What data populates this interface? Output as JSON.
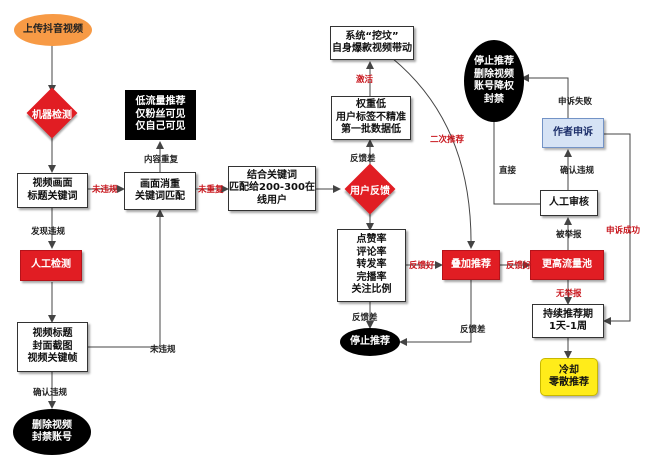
{
  "nodes": {
    "upload": "上传抖音视频",
    "machine_check": "机器检测",
    "video_frame": "视频画面\n标题关键词",
    "manual_check": "人工检测",
    "video_title_frame": "视频标题\n封面截图\n视频关键帧",
    "delete_ban": "删除视频\n封禁账号",
    "dedup": "画面消重\n关键词匹配",
    "low_traffic": "低流量推荐\n仅粉丝可见\n仅自己可见",
    "keyword_match": "结合关键词\n匹配给200-300在\n线用户",
    "user_feedback": "用户反馈",
    "metrics": "点赞率\n评论率\n转发率\n完播率\n关注比例",
    "stop_recommend": "停止推荐",
    "system_dig": "系统“挖坟”\n自身爆款视频带动",
    "weight_low": "权重低\n用户标签不精准\n第一批数据低",
    "boost": "叠加推荐",
    "higher_pool": "更高流量池",
    "continuous": "持续推荐期\n1天-1周",
    "cooldown": "冷却\n零散推荐",
    "manual_review": "人工审核",
    "appeal": "作者申诉",
    "stop_delete": "停止推荐\n删除视频\n账号降权\n封禁"
  },
  "labels": {
    "no_violation_1": "未违规",
    "found_violation": "发现违规",
    "confirm_violation": "确认违规",
    "no_violation_2": "未违规",
    "content_repeat": "内容重复",
    "not_repeat": "未重复",
    "feedback_bad_1": "反馈差",
    "feedback_good_1": "反馈好",
    "feedback_bad_2": "反馈差",
    "feedback_bad_3": "反馈差",
    "activate": "激活",
    "second_recommend": "二次推荐",
    "feedback_good_2": "反馈好",
    "reported": "被举报",
    "not_reported": "无举报",
    "confirm_violation_2": "确认违规",
    "direct": "直接",
    "appeal_fail": "申诉失败",
    "appeal_success": "申诉成功"
  },
  "colors": {
    "red": "#e11d23",
    "orange": "#f79a45",
    "yellow": "#ffec1a",
    "blue_fill": "#d6e3f5",
    "label_red": "#c8161d"
  }
}
